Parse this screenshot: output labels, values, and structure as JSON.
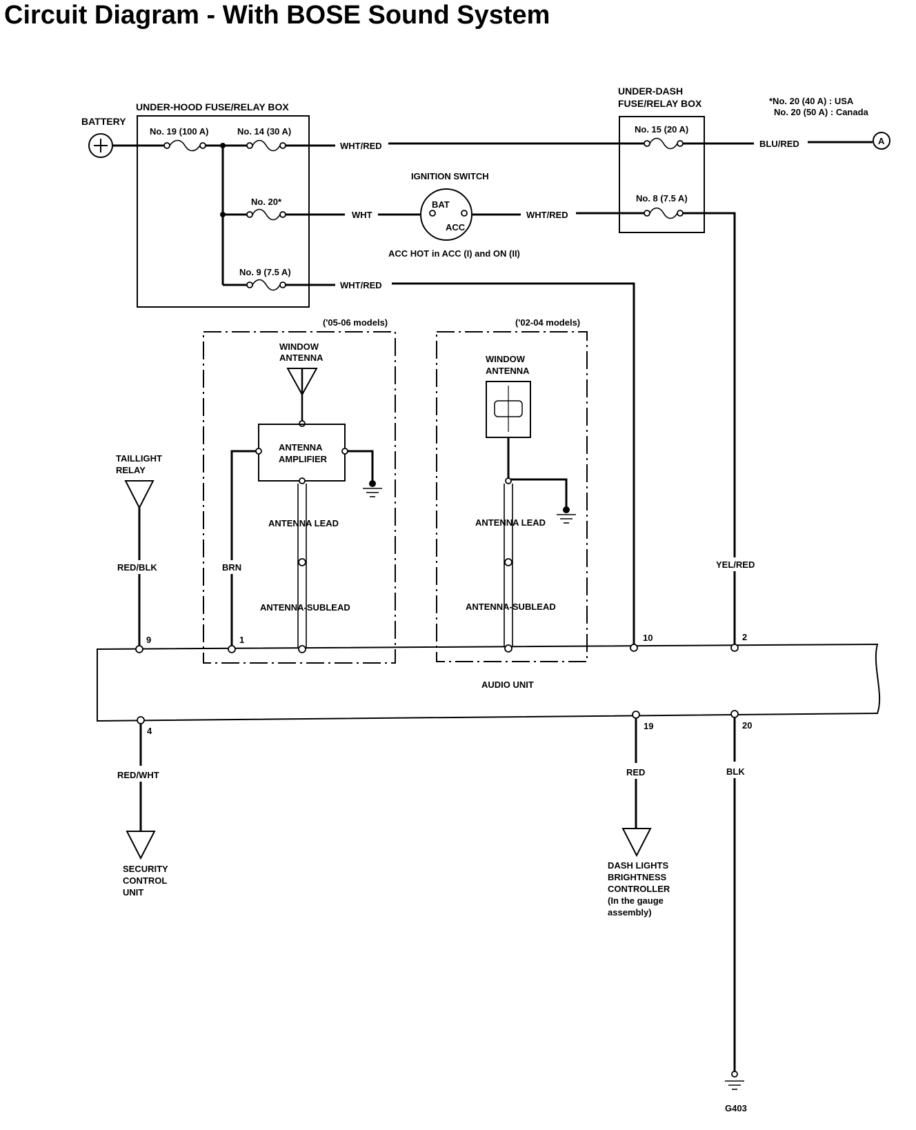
{
  "title": "Circuit Diagram - With BOSE Sound System",
  "battery": "BATTERY",
  "underhood_box": "UNDER-HOOD FUSE/RELAY BOX",
  "fuse_19": "No. 19 (100 A)",
  "fuse_14": "No. 14 (30 A)",
  "fuse_20": "No. 20*",
  "fuse_9": "No. 9 (7.5 A)",
  "underdash_box": [
    "UNDER-DASH",
    "FUSE/RELAY BOX"
  ],
  "fuse_15": "No. 15 (20 A)",
  "fuse_8": "No. 8 (7.5 A)",
  "footnote": [
    "*No. 20 (40 A) : USA",
    "No. 20 (50 A) : Canada"
  ],
  "connector_a": "A",
  "ignition_switch": "IGNITION SWITCH",
  "ign_bat": "BAT",
  "ign_acc": "ACC",
  "acc_note": "ACC HOT in ACC (I) and ON (II)",
  "wires": {
    "w_top": "WHT/RED",
    "w_blu": "BLU/RED",
    "w_wht": "WHT",
    "w_ign_out": "WHT/RED",
    "w_fuse9": "WHT/RED",
    "w_yel": "YEL/RED",
    "w_tail": "RED/BLK",
    "w_brn": "BRN",
    "w_sec": "RED/WHT",
    "w_red": "RED",
    "w_blk": "BLK"
  },
  "models_0506": "('05-06 models)",
  "models_0204": "('02-04 models)",
  "window_antenna": [
    "WINDOW",
    "ANTENNA"
  ],
  "antenna_amp": [
    "ANTENNA",
    "AMPLIFIER"
  ],
  "antenna_lead": "ANTENNA LEAD",
  "antenna_sublead": "ANTENNA-SUBLEAD",
  "taillight_relay": [
    "TAILLIGHT",
    "RELAY"
  ],
  "audio_unit": "AUDIO UNIT",
  "pins": {
    "p9": "9",
    "p1": "1",
    "p10": "10",
    "p2": "2",
    "p4": "4",
    "p19": "19",
    "p20": "20"
  },
  "security_unit": [
    "SECURITY",
    "CONTROL",
    "UNIT"
  ],
  "dash_controller": [
    "DASH LIGHTS",
    "BRIGHTNESS",
    "CONTROLLER",
    "(In the gauge",
    "assembly)"
  ],
  "ground_g403": "G403"
}
